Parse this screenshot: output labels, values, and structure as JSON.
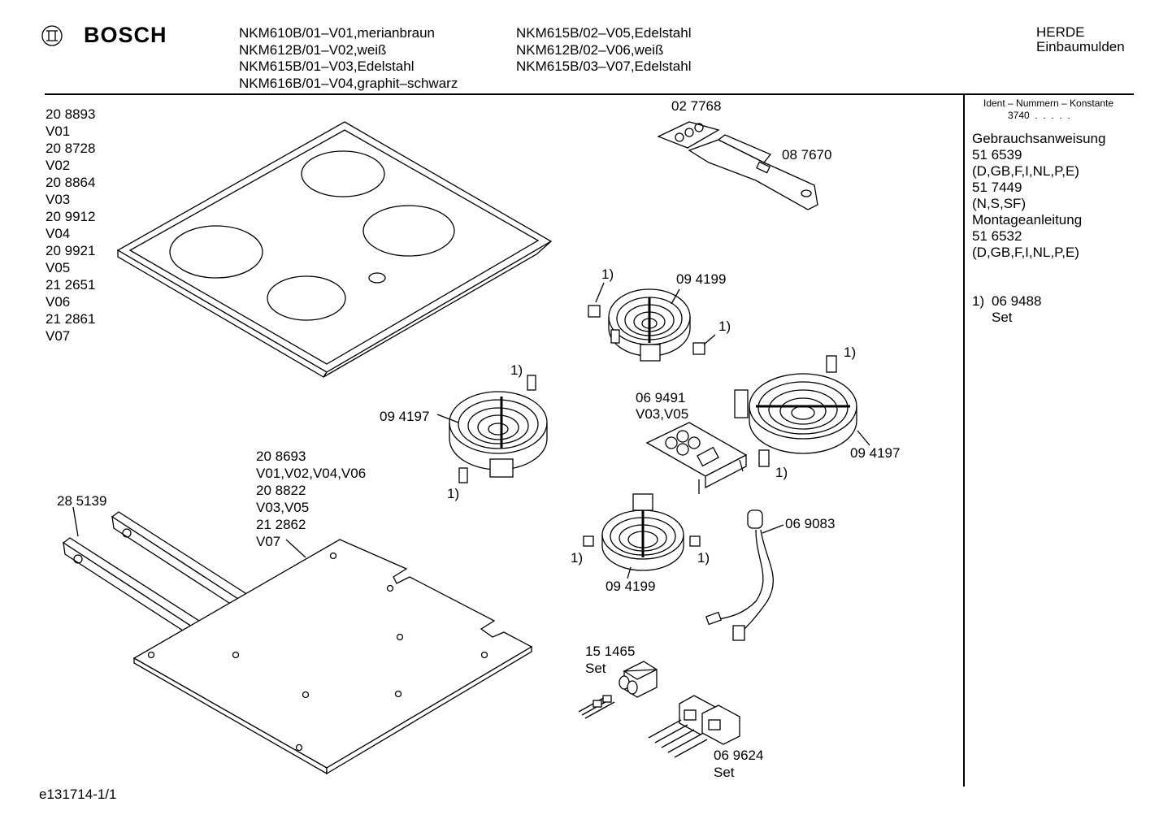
{
  "brand": "BOSCH",
  "header": {
    "models_col1": [
      "NKM610B/01–V01,merianbraun",
      "NKM612B/01–V02,weiß",
      "NKM615B/01–V03,Edelstahl",
      "NKM616B/01–V04,graphit–schwarz"
    ],
    "models_col2": [
      "NKM615B/02–V05,Edelstahl",
      "NKM612B/02–V06,weiß",
      "NKM615B/03–V07,Edelstahl"
    ],
    "category": [
      "HERDE",
      "Einbaumulden"
    ]
  },
  "sidebar": {
    "ident_title": "Ident – Nummern – Konstante",
    "ident_value": "3740  .  .  .  .  .",
    "docs": [
      "Gebrauchsanweisung",
      "51 6539",
      "(D,GB,F,I,NL,P,E)",
      "51 7449",
      "(N,S,SF)",
      "Montageanleitung",
      "51 6532",
      "(D,GB,F,I,NL,P,E)"
    ],
    "note_ref": "1)",
    "note_part": "06 9488",
    "note_set": "Set"
  },
  "glass_top_variants": [
    "20 8893",
    "V01",
    "20 8728",
    "V02",
    "20 8864",
    "V03",
    "20 9912",
    "V04",
    "20 9921",
    "V05",
    "21 2651",
    "V06",
    "21 2861",
    "V07"
  ],
  "bottom_plate_variants": [
    "20 8693",
    "V01,V02,V04,V06",
    "20 8822",
    "V03,V05",
    "21 2862",
    "V07"
  ],
  "parts": {
    "label_027768": "02 7768",
    "scraper": "08 7670",
    "heater_top": "09 4199",
    "heater_left": "09 4197",
    "heater_right": "09 4197",
    "heater_bottom": "09 4199",
    "switch_board": "06 9491",
    "switch_board_variants": "V03,V05",
    "sensor": "06 9083",
    "rail": "28 5139",
    "connector_small": "15 1465",
    "connector_small_set": "Set",
    "terminal_block": "06 9624",
    "terminal_block_set": "Set",
    "note_mark": "1)"
  },
  "footer": {
    "drawing_id": "e131714-1/1"
  }
}
